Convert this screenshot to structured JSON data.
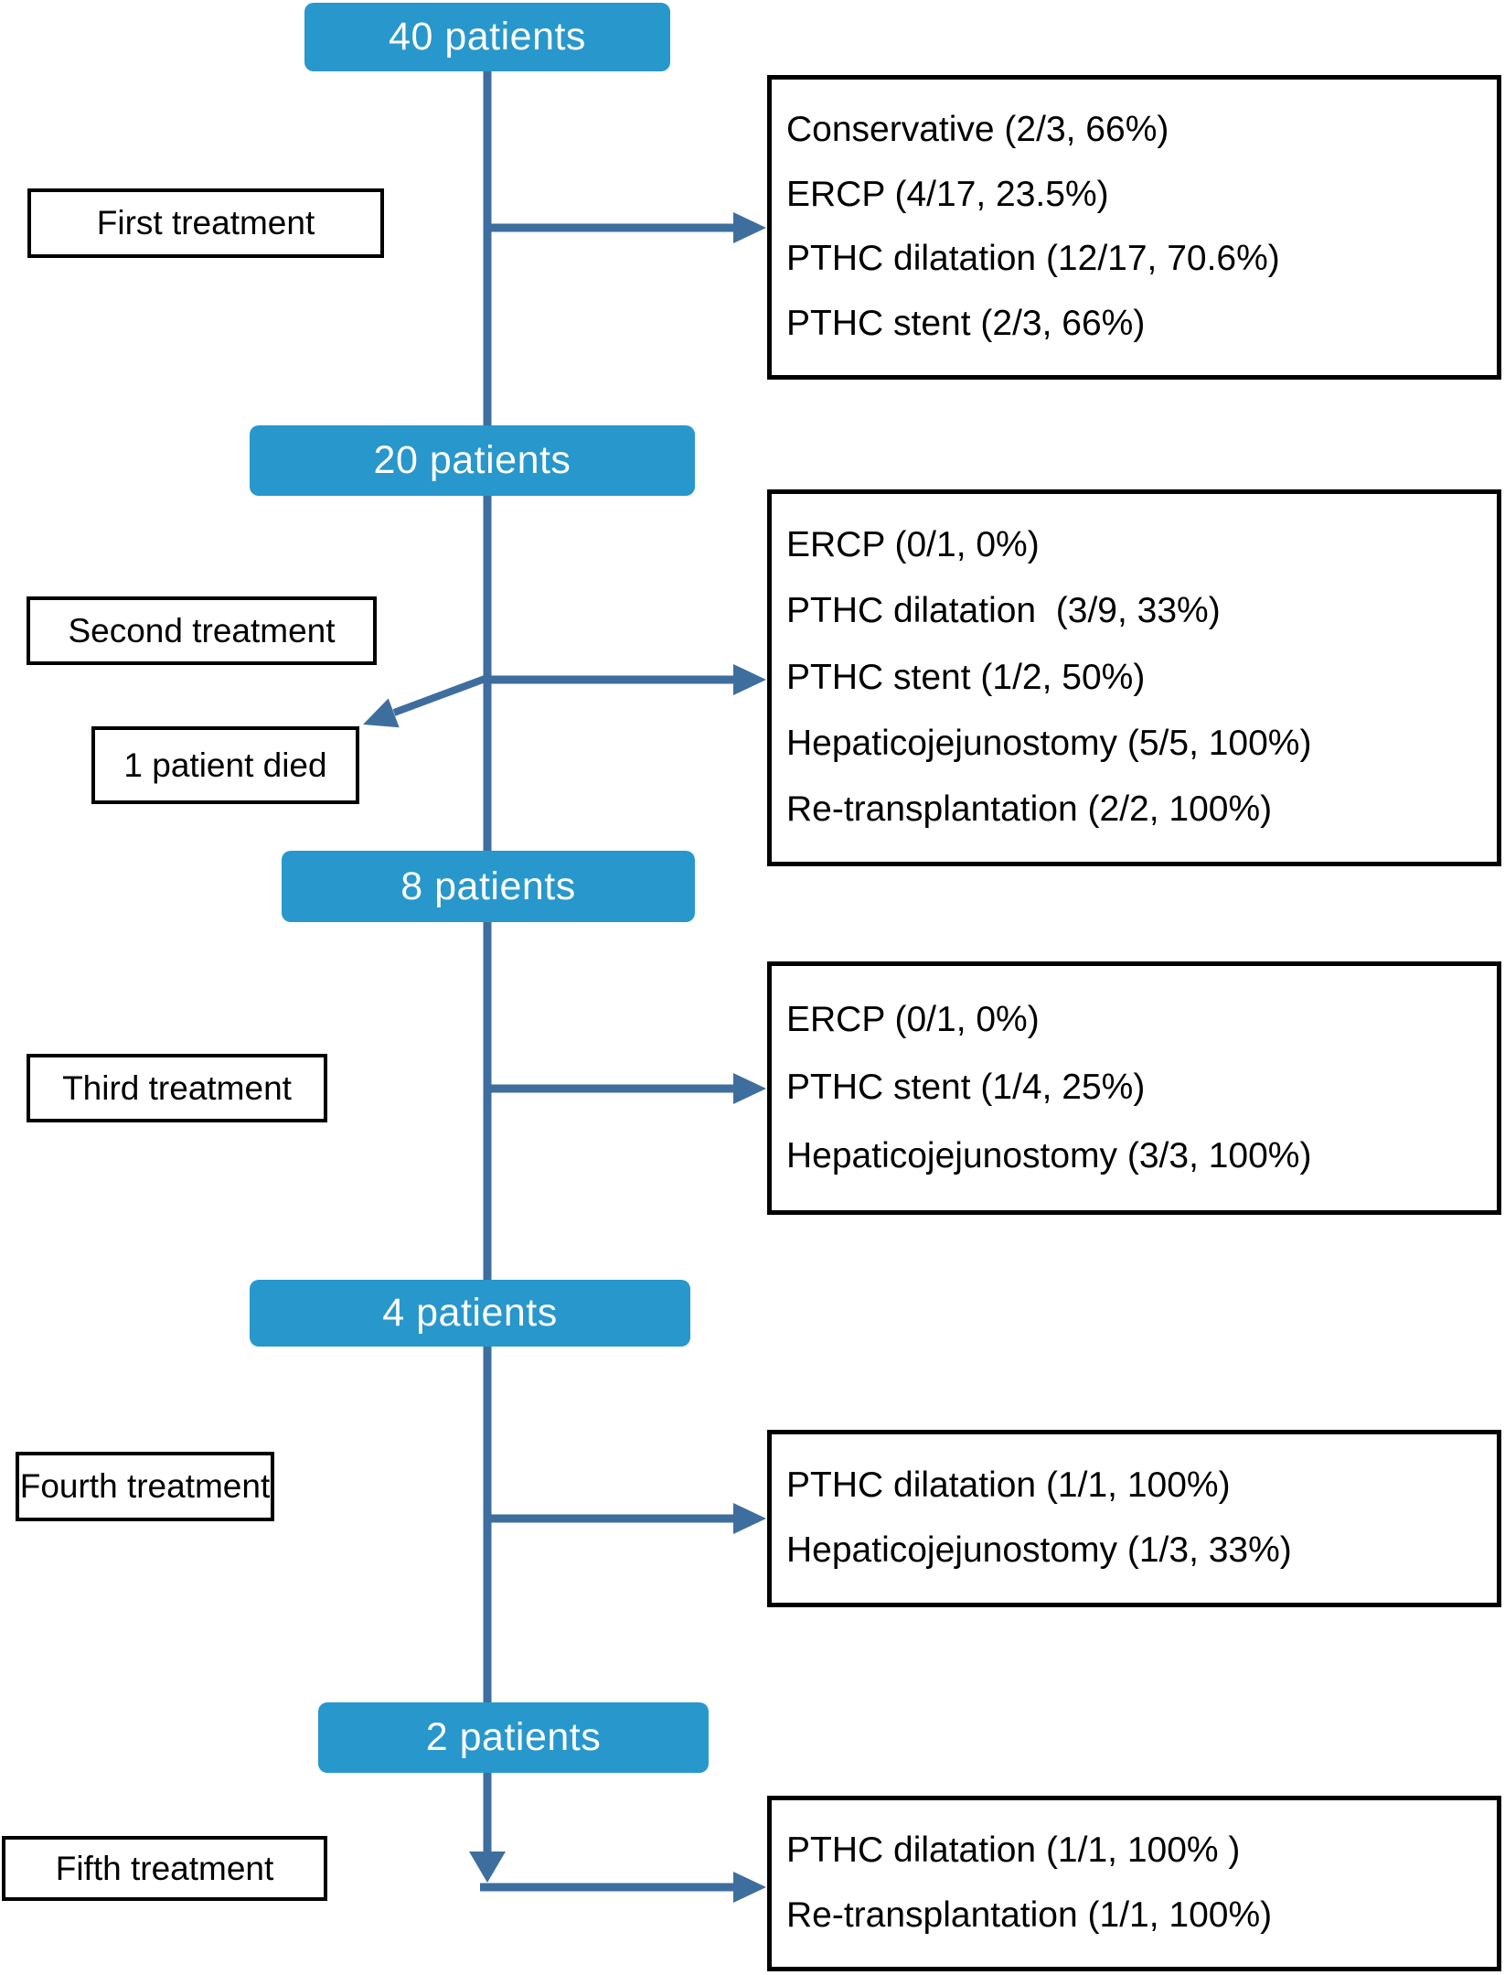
{
  "figure": {
    "stages": [
      {
        "label": "40 patients"
      },
      {
        "label": "20 patients"
      },
      {
        "label": "8 patients"
      },
      {
        "label": "4 patients"
      },
      {
        "label": "2 patients"
      }
    ],
    "treatments": [
      {
        "label": "First treatment"
      },
      {
        "label": "Second treatment"
      },
      {
        "label": "Third treatment"
      },
      {
        "label": "Fourth treatment"
      },
      {
        "label": "Fifth treatment"
      }
    ],
    "died": {
      "label": "1 patient died"
    },
    "details": [
      {
        "items": [
          "Conservative (2/3, 66%)",
          "ERCP (4/17, 23.5%)",
          "PTHC dilatation (12/17, 70.6%)",
          "PTHC stent (2/3, 66%)"
        ]
      },
      {
        "items": [
          "ERCP (0/1, 0%)",
          "PTHC dilatation  (3/9, 33%)",
          "PTHC stent (1/2, 50%)",
          "Hepaticojejunostomy (5/5, 100%)",
          "Re-transplantation (2/2, 100%)"
        ]
      },
      {
        "items": [
          "ERCP (0/1, 0%)",
          "PTHC stent (1/4, 25%)",
          "Hepaticojejunostomy (3/3, 100%)"
        ]
      },
      {
        "items": [
          "PTHC dilatation (1/1, 100%)",
          "Hepaticojejunostomy (1/3, 33%)"
        ]
      },
      {
        "items": [
          "PTHC dilatation (1/1, 100% )",
          "Re-transplantation (1/1, 100%)"
        ]
      }
    ],
    "colors": {
      "stage_fill": "#2897CC",
      "stage_text": "#FDFEFE",
      "connector": "#3E6E9E",
      "box_border": "#000000",
      "background": "#FFFFFF"
    }
  }
}
